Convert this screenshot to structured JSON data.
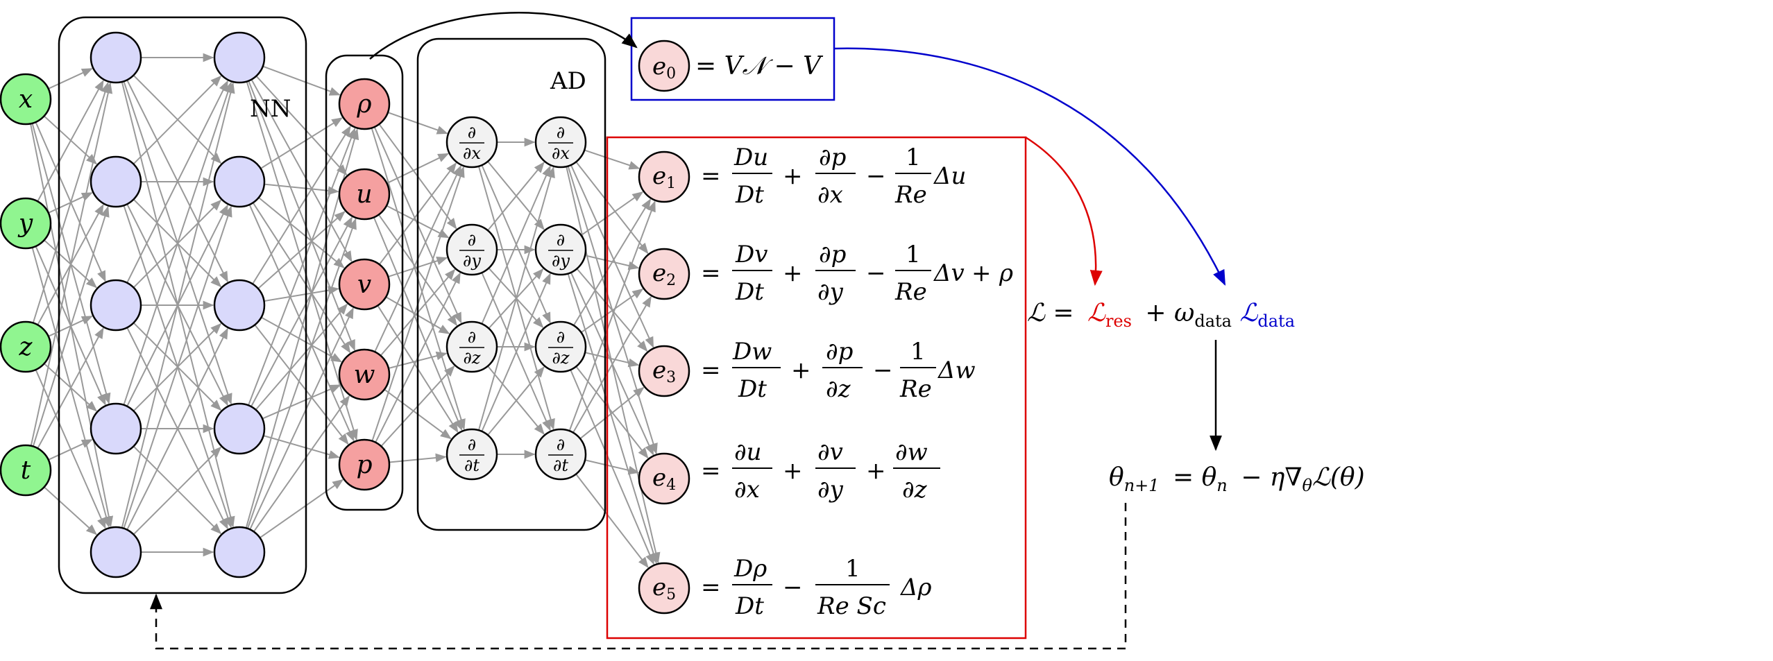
{
  "inputs": [
    "x",
    "y",
    "z",
    "t"
  ],
  "nn_label": "NN",
  "ad_label": "AD",
  "outputs": [
    "ρ",
    "u",
    "v",
    "w",
    "p"
  ],
  "ad_ops": [
    {
      "num": "∂",
      "den": "∂x"
    },
    {
      "num": "∂",
      "den": "∂y"
    },
    {
      "num": "∂",
      "den": "∂z"
    },
    {
      "num": "∂",
      "den": "∂t"
    }
  ],
  "e0": {
    "label": "e",
    "sub": "0",
    "rhs": "= V𝒩 − V"
  },
  "residuals": [
    {
      "label": "e",
      "sub": "1"
    },
    {
      "label": "e",
      "sub": "2"
    },
    {
      "label": "e",
      "sub": "3"
    },
    {
      "label": "e",
      "sub": "4"
    },
    {
      "label": "e",
      "sub": "5"
    }
  ],
  "loss": {
    "lhs": "ℒ =",
    "res": "ℒ",
    "res_sub": "res",
    "plus": "+ ω",
    "omega_sub": "data",
    "data": "ℒ",
    "data_sub": "data"
  },
  "update": {
    "text": "θ",
    "n1": "n+1",
    "rest": "= θ",
    "n": "n",
    "tail": "− η∇",
    "theta_sub": "θ",
    "end": "ℒ(θ)"
  },
  "colors": {
    "input_fill": "#90f590",
    "hidden_fill": "#d9d9fb",
    "output_fill": "#f5a0a0",
    "ad_fill": "#f2f2f2",
    "residual_fill": "#f9d8d8",
    "edge": "#999999",
    "red": "#dd0000",
    "blue": "#0000cc"
  }
}
